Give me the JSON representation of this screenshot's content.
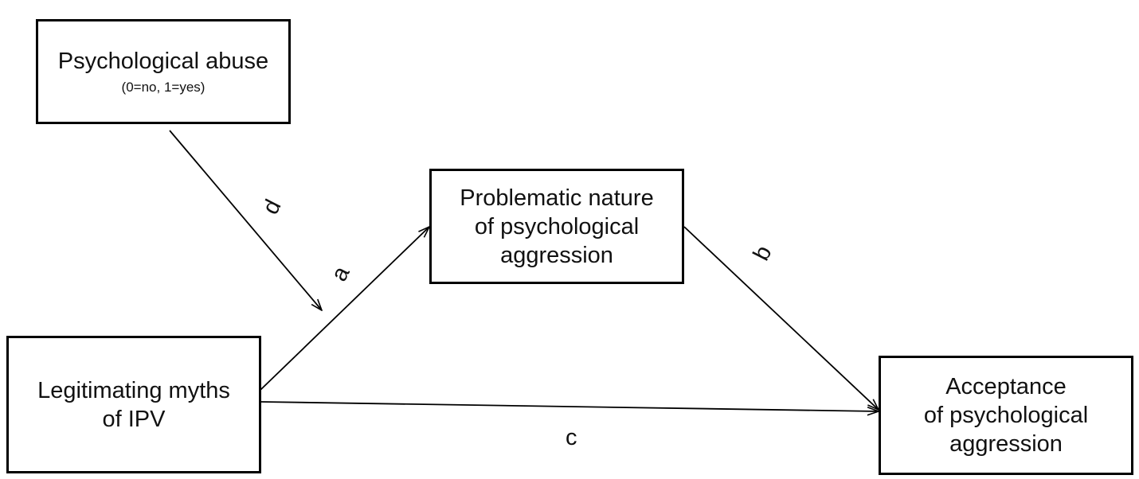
{
  "boxes": {
    "abuse": {
      "line1": "Psychological abuse",
      "note": "(0=no, 1=yes)"
    },
    "problem": {
      "line1": "Problematic nature",
      "line2": "of psychological",
      "line3": "aggression"
    },
    "myths": {
      "line1": "Legitimating myths",
      "line2": "of IPV"
    },
    "accept": {
      "line1": "Acceptance",
      "line2": "of psychological",
      "line3": "aggression"
    }
  },
  "paths": {
    "a": "a",
    "b": "b",
    "c": "c",
    "d": "d"
  }
}
